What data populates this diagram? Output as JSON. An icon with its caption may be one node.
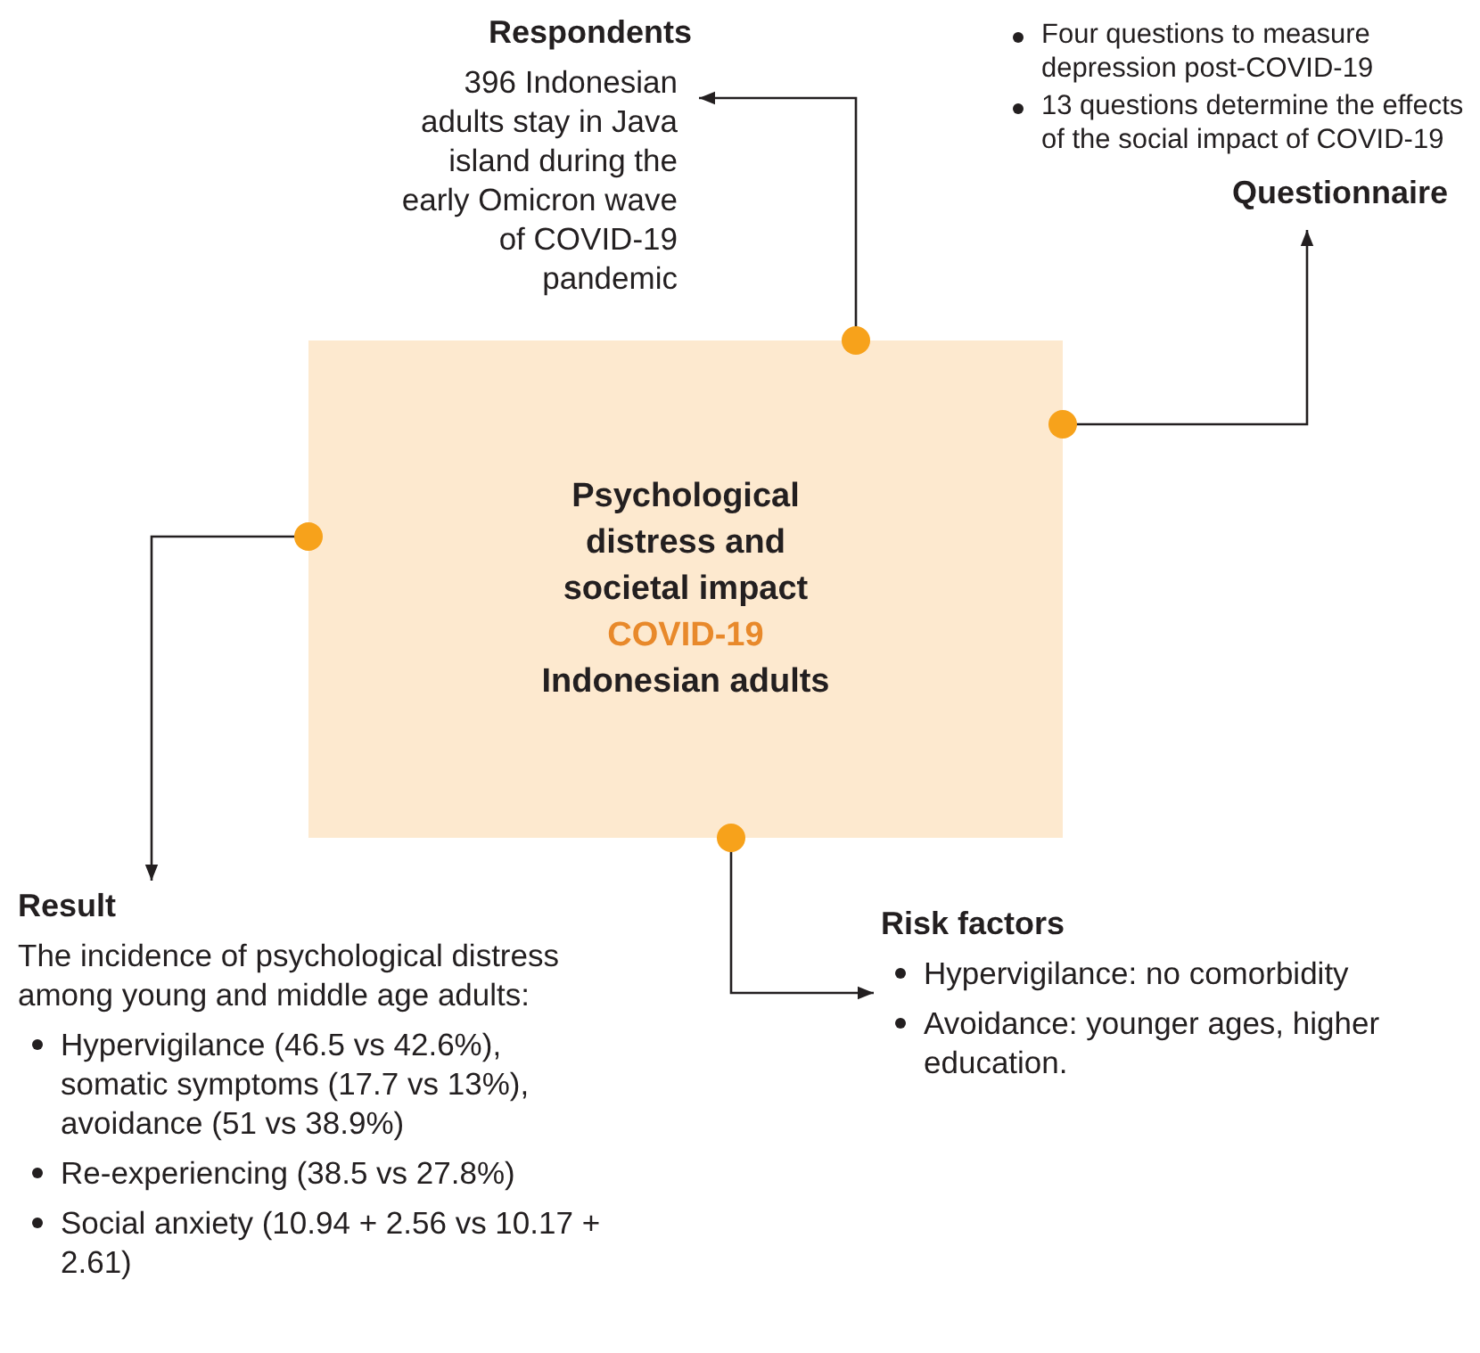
{
  "diagram": {
    "nodes": [
      {
        "text": [
          "Psychological distress and societal impact",
          "COVID-19",
          "Indonesian adults"
        ]
      },
      {
        "text": [
          "Respondents",
          "396 Indonesian adults stay in Java island during the early Omicron wave of COVID-19 pandemic"
        ]
      },
      {
        "text": [
          "Four questions to measure depression post-COVID-19",
          "13 questions determine the effects of the social impact of COVID-19",
          "Questionnaire"
        ]
      },
      {
        "text": [
          "Result",
          "The incidence of psychological distress among young and middle age adults:",
          "Hypervigilance (46.5 vs 42.6%), somatic symptoms (17.7 vs 13%), avoidance (51 vs 38.9%)",
          "Re-experiencing (38.5 vs 27.8%)",
          "Social anxiety (10.94 + 2.56 vs 10.17 + 2.61)"
        ]
      },
      {
        "text": [
          "Risk factors",
          "Hypervigilance: no comorbidity",
          "Avoidance: younger ages, higher education."
        ]
      }
    ],
    "edges": [
      {
        "from": 0,
        "to": 1,
        "arrow": "to"
      },
      {
        "from": 0,
        "to": 2,
        "arrow": "to"
      },
      {
        "from": 0,
        "to": 3,
        "arrow": "to"
      },
      {
        "from": 0,
        "to": 4,
        "arrow": "to"
      }
    ]
  }
}
